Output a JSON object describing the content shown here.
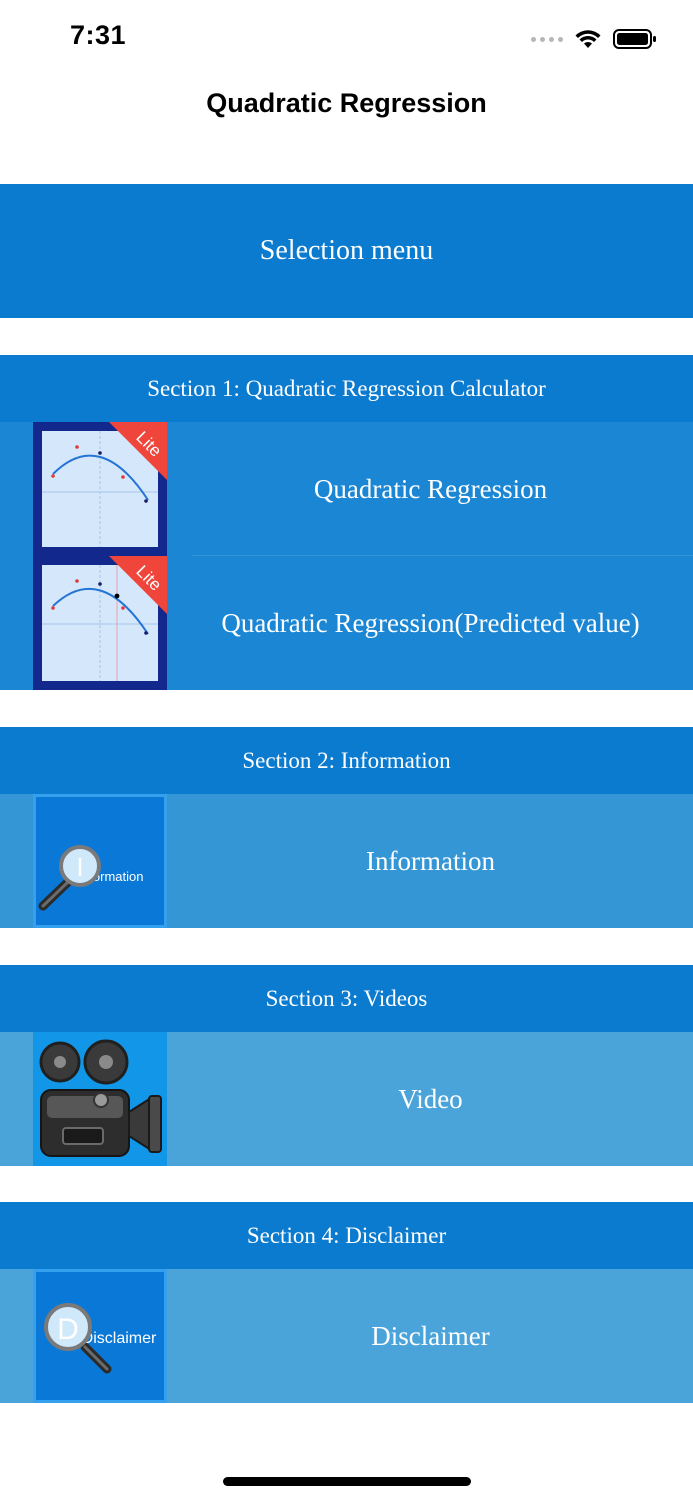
{
  "status_bar": {
    "time": "7:31"
  },
  "nav": {
    "title": "Quadratic Regression"
  },
  "menu": {
    "title": "Selection menu"
  },
  "sections": [
    {
      "header": "Section 1:  Quadratic Regression Calculator",
      "items": [
        {
          "label": "Quadratic Regression",
          "badge": "Lite"
        },
        {
          "label": "Quadratic Regression(Predicted value)",
          "badge": "Lite"
        }
      ]
    },
    {
      "header": "Section 2:  Information",
      "items": [
        {
          "label": "Information",
          "icon_text": "Information",
          "icon_letter": "I"
        }
      ]
    },
    {
      "header": "Section 3:  Videos",
      "items": [
        {
          "label": "Video"
        }
      ]
    },
    {
      "header": "Section 4:  Disclaimer",
      "items": [
        {
          "label": "Disclaimer",
          "icon_text": "Disclaimer",
          "icon_letter": "D"
        }
      ]
    }
  ],
  "colors": {
    "header_blue": "#0b7bd0",
    "row_blue_1": "#1a86d4",
    "row_blue_2": "#3596d6",
    "row_blue_3": "#4aa4da",
    "lite_badge": "#f0453a"
  },
  "icons": [
    "wifi-icon",
    "battery-icon",
    "chart-thumbnail-icon",
    "magnifier-icon",
    "movie-camera-icon"
  ]
}
